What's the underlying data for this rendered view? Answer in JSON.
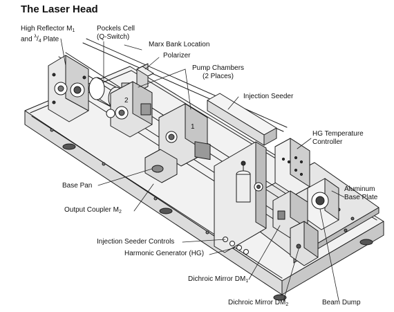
{
  "title": "The Laser Head",
  "labels": {
    "high_reflector": {
      "line1": "High Reflector M",
      "sub1": "1",
      "line2a": "and ",
      "frac_num": "λ",
      "frac_den": "4",
      "line2b": " Plate"
    },
    "pockels_cell": {
      "line1": "Pockels Cell",
      "line2": "(Q-Switch)"
    },
    "marx_bank": "Marx Bank Location",
    "polarizer": "Polarizer",
    "pump_chambers": {
      "line1": "Pump Chambers",
      "line2": "(2 Places)"
    },
    "injection_seeder": "Injection Seeder",
    "hg_temperature": {
      "line1": "HG Temperature",
      "line2": "Controller"
    },
    "aluminum_base": {
      "line1": "Aluminum",
      "line2": "Base Plate"
    },
    "base_pan": "Base Pan",
    "output_coupler": {
      "text": "Output Coupler M",
      "sub": "2"
    },
    "injection_seeder_controls": "Injection Seeder Controls",
    "harmonic_generator": "Harmonic Generator (HG)",
    "dichroic_dm1": {
      "text": "Dichroic Mirror DM",
      "sub": "1"
    },
    "dichroic_dm2": {
      "text": "Dichroic Mirror DM",
      "sub": "2"
    },
    "beam_dump": "Beam Dump",
    "chamber_number_1": "1",
    "chamber_number_2": "2"
  }
}
